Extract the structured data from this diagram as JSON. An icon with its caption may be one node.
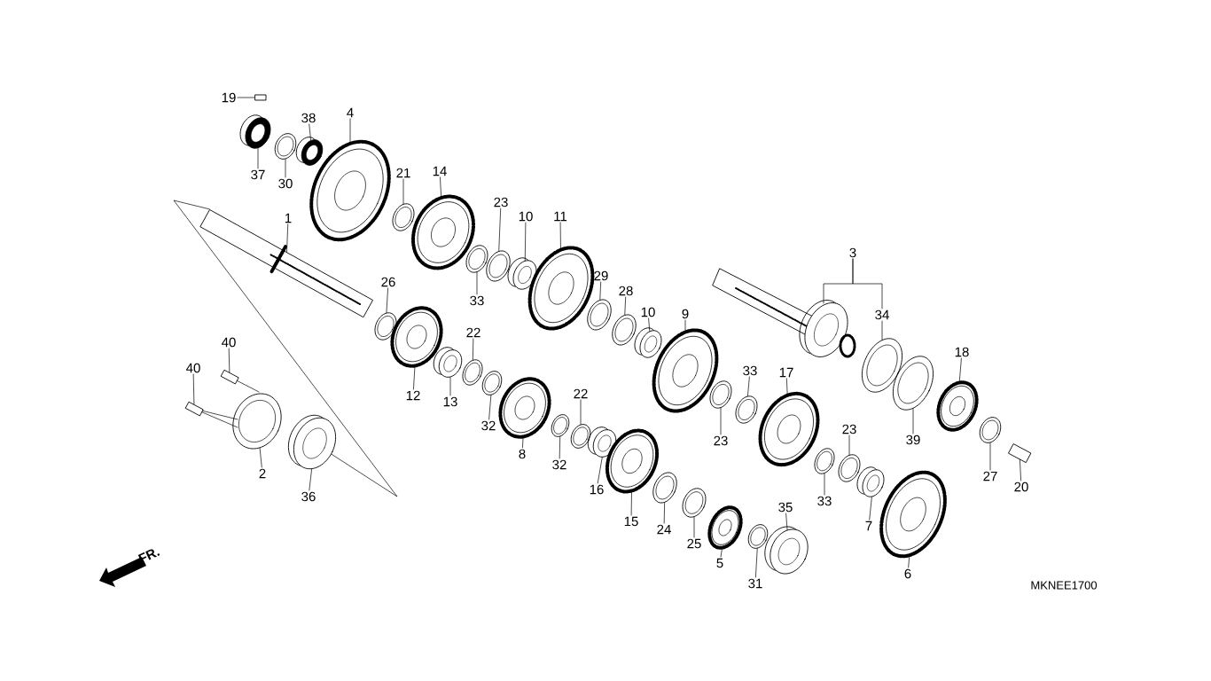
{
  "diagram": {
    "nodes": [
      {
        "text": [
          "19"
        ]
      },
      {
        "text": [
          "4"
        ]
      },
      {
        "text": [
          "38"
        ]
      },
      {
        "text": [
          "37"
        ]
      },
      {
        "text": [
          "30"
        ]
      },
      {
        "text": [
          "21"
        ]
      },
      {
        "text": [
          "14"
        ]
      },
      {
        "text": [
          "1"
        ]
      },
      {
        "text": [
          "23"
        ]
      },
      {
        "text": [
          "10"
        ]
      },
      {
        "text": [
          "11"
        ]
      },
      {
        "text": [
          "33"
        ]
      },
      {
        "text": [
          "3"
        ]
      },
      {
        "text": [
          "34"
        ]
      },
      {
        "text": [
          "26"
        ]
      },
      {
        "text": [
          "29"
        ]
      },
      {
        "text": [
          "28"
        ]
      },
      {
        "text": [
          "10"
        ]
      },
      {
        "text": [
          "9"
        ]
      },
      {
        "text": [
          "22"
        ]
      },
      {
        "text": [
          "12"
        ]
      },
      {
        "text": [
          "13"
        ]
      },
      {
        "text": [
          "32"
        ]
      },
      {
        "text": [
          "8"
        ]
      },
      {
        "text": [
          "22"
        ]
      },
      {
        "text": [
          "32"
        ]
      },
      {
        "text": [
          "16"
        ]
      },
      {
        "text": [
          "33"
        ]
      },
      {
        "text": [
          "23"
        ]
      },
      {
        "text": [
          "17"
        ]
      },
      {
        "text": [
          "18"
        ]
      },
      {
        "text": [
          "39"
        ]
      },
      {
        "text": [
          "23"
        ]
      },
      {
        "text": [
          "33"
        ]
      },
      {
        "text": [
          "7"
        ]
      },
      {
        "text": [
          "27"
        ]
      },
      {
        "text": [
          "20"
        ]
      },
      {
        "text": [
          "35"
        ]
      },
      {
        "text": [
          "15"
        ]
      },
      {
        "text": [
          "24"
        ]
      },
      {
        "text": [
          "25"
        ]
      },
      {
        "text": [
          "5"
        ]
      },
      {
        "text": [
          "31"
        ]
      },
      {
        "text": [
          "6"
        ]
      },
      {
        "text": [
          "40"
        ]
      },
      {
        "text": [
          "40"
        ]
      },
      {
        "text": [
          "2"
        ]
      },
      {
        "text": [
          "36"
        ]
      },
      {
        "text": [],
        "shape": "pin"
      },
      {
        "text": [],
        "shape": "gear"
      },
      {
        "text": [],
        "shape": "bearing"
      },
      {
        "text": [],
        "shape": "bearing"
      },
      {
        "text": [],
        "shape": "ring"
      },
      {
        "text": [],
        "shape": "ring"
      },
      {
        "text": [],
        "shape": "gear"
      },
      {
        "text": [],
        "shape": "shaft"
      },
      {
        "text": [],
        "shape": "ring"
      },
      {
        "text": [],
        "shape": "bearing"
      },
      {
        "text": [],
        "shape": "gear"
      },
      {
        "text": [],
        "shape": "ring"
      },
      {
        "text": [],
        "shape": "bearing"
      },
      {
        "text": [],
        "shape": "ring"
      },
      {
        "text": [],
        "shape": "ring"
      },
      {
        "text": [],
        "shape": "ring"
      },
      {
        "text": [],
        "shape": "ring"
      },
      {
        "text": [],
        "shape": "bearing"
      },
      {
        "text": [],
        "shape": "gear"
      },
      {
        "text": [],
        "shape": "ring"
      },
      {
        "text": [],
        "shape": "gear"
      },
      {
        "text": [],
        "shape": "bearing"
      },
      {
        "text": [],
        "shape": "ring"
      },
      {
        "text": [],
        "shape": "gear"
      },
      {
        "text": [],
        "shape": "ring"
      },
      {
        "text": [],
        "shape": "ring"
      },
      {
        "text": [],
        "shape": "bearing"
      },
      {
        "text": [],
        "shape": "ring"
      },
      {
        "text": [],
        "shape": "ring"
      },
      {
        "text": [],
        "shape": "gear"
      },
      {
        "text": [],
        "shape": "sprocket"
      },
      {
        "text": [],
        "shape": "ring"
      },
      {
        "text": [],
        "shape": "ring"
      },
      {
        "text": [],
        "shape": "ring"
      },
      {
        "text": [],
        "shape": "bearing"
      },
      {
        "text": [],
        "shape": "washer"
      },
      {
        "text": [],
        "shape": "bolt"
      },
      {
        "text": [],
        "shape": "bearing"
      },
      {
        "text": [],
        "shape": "gear"
      },
      {
        "text": [],
        "shape": "ring"
      },
      {
        "text": [],
        "shape": "ring"
      },
      {
        "text": [],
        "shape": "gear"
      },
      {
        "text": [],
        "shape": "ring"
      },
      {
        "text": [],
        "shape": "gear"
      },
      {
        "text": [],
        "shape": "bolt"
      },
      {
        "text": [],
        "shape": "bolt"
      },
      {
        "text": [],
        "shape": "plate"
      },
      {
        "text": [],
        "shape": "bearing"
      }
    ],
    "edges": [
      {
        "from": 0,
        "to": 48,
        "arrow": "none"
      },
      {
        "from": 1,
        "to": 49,
        "arrow": "none"
      },
      {
        "from": 2,
        "to": 50,
        "arrow": "none"
      },
      {
        "from": 3,
        "to": 51,
        "arrow": "none"
      },
      {
        "from": 4,
        "to": 52,
        "arrow": "none"
      },
      {
        "from": 5,
        "to": 53,
        "arrow": "none"
      },
      {
        "from": 6,
        "to": 54,
        "arrow": "none"
      },
      {
        "from": 7,
        "to": 55,
        "arrow": "none"
      },
      {
        "from": 8,
        "to": 56,
        "arrow": "none"
      },
      {
        "from": 9,
        "to": 57,
        "arrow": "none"
      },
      {
        "from": 10,
        "to": 58,
        "arrow": "none"
      },
      {
        "from": 11,
        "to": 59,
        "arrow": "none"
      },
      {
        "from": 12,
        "to": 60,
        "arrow": "none"
      },
      {
        "from": 12,
        "to": 13,
        "arrow": "none"
      },
      {
        "from": 13,
        "to": 61,
        "arrow": "none"
      },
      {
        "from": 14,
        "to": 62,
        "arrow": "none"
      },
      {
        "from": 15,
        "to": 63,
        "arrow": "none"
      },
      {
        "from": 16,
        "to": 64,
        "arrow": "none"
      },
      {
        "from": 17,
        "to": 65,
        "arrow": "none"
      },
      {
        "from": 18,
        "to": 66,
        "arrow": "none"
      },
      {
        "from": 19,
        "to": 67,
        "arrow": "none"
      },
      {
        "from": 20,
        "to": 68,
        "arrow": "none"
      },
      {
        "from": 21,
        "to": 69,
        "arrow": "none"
      },
      {
        "from": 22,
        "to": 70,
        "arrow": "none"
      },
      {
        "from": 23,
        "to": 71,
        "arrow": "none"
      },
      {
        "from": 24,
        "to": 72,
        "arrow": "none"
      },
      {
        "from": 25,
        "to": 73,
        "arrow": "none"
      },
      {
        "from": 26,
        "to": 74,
        "arrow": "none"
      },
      {
        "from": 27,
        "to": 75,
        "arrow": "none"
      },
      {
        "from": 28,
        "to": 76,
        "arrow": "none"
      },
      {
        "from": 29,
        "to": 77,
        "arrow": "none"
      },
      {
        "from": 30,
        "to": 78,
        "arrow": "none"
      },
      {
        "from": 31,
        "to": 79,
        "arrow": "none"
      },
      {
        "from": 32,
        "to": 80,
        "arrow": "none"
      },
      {
        "from": 33,
        "to": 81,
        "arrow": "none"
      },
      {
        "from": 34,
        "to": 82,
        "arrow": "none"
      },
      {
        "from": 35,
        "to": 83,
        "arrow": "none"
      },
      {
        "from": 36,
        "to": 84,
        "arrow": "none"
      },
      {
        "from": 37,
        "to": 85,
        "arrow": "none"
      },
      {
        "from": 38,
        "to": 86,
        "arrow": "none"
      },
      {
        "from": 39,
        "to": 87,
        "arrow": "none"
      },
      {
        "from": 40,
        "to": 88,
        "arrow": "none"
      },
      {
        "from": 41,
        "to": 89,
        "arrow": "none"
      },
      {
        "from": 42,
        "to": 90,
        "arrow": "none"
      },
      {
        "from": 43,
        "to": 91,
        "arrow": "none"
      },
      {
        "from": 44,
        "to": 92,
        "arrow": "none"
      },
      {
        "from": 45,
        "to": 93,
        "arrow": "none"
      },
      {
        "from": 46,
        "to": 94,
        "arrow": "none"
      },
      {
        "from": 47,
        "to": 95,
        "arrow": "none"
      },
      {
        "from": 55,
        "to": 95,
        "arrow": "none"
      },
      {
        "from": 92,
        "to": 94,
        "arrow": "none"
      },
      {
        "from": 93,
        "to": 94,
        "arrow": "none"
      }
    ],
    "labels": [
      "FR.",
      "MKNEE1700"
    ]
  }
}
